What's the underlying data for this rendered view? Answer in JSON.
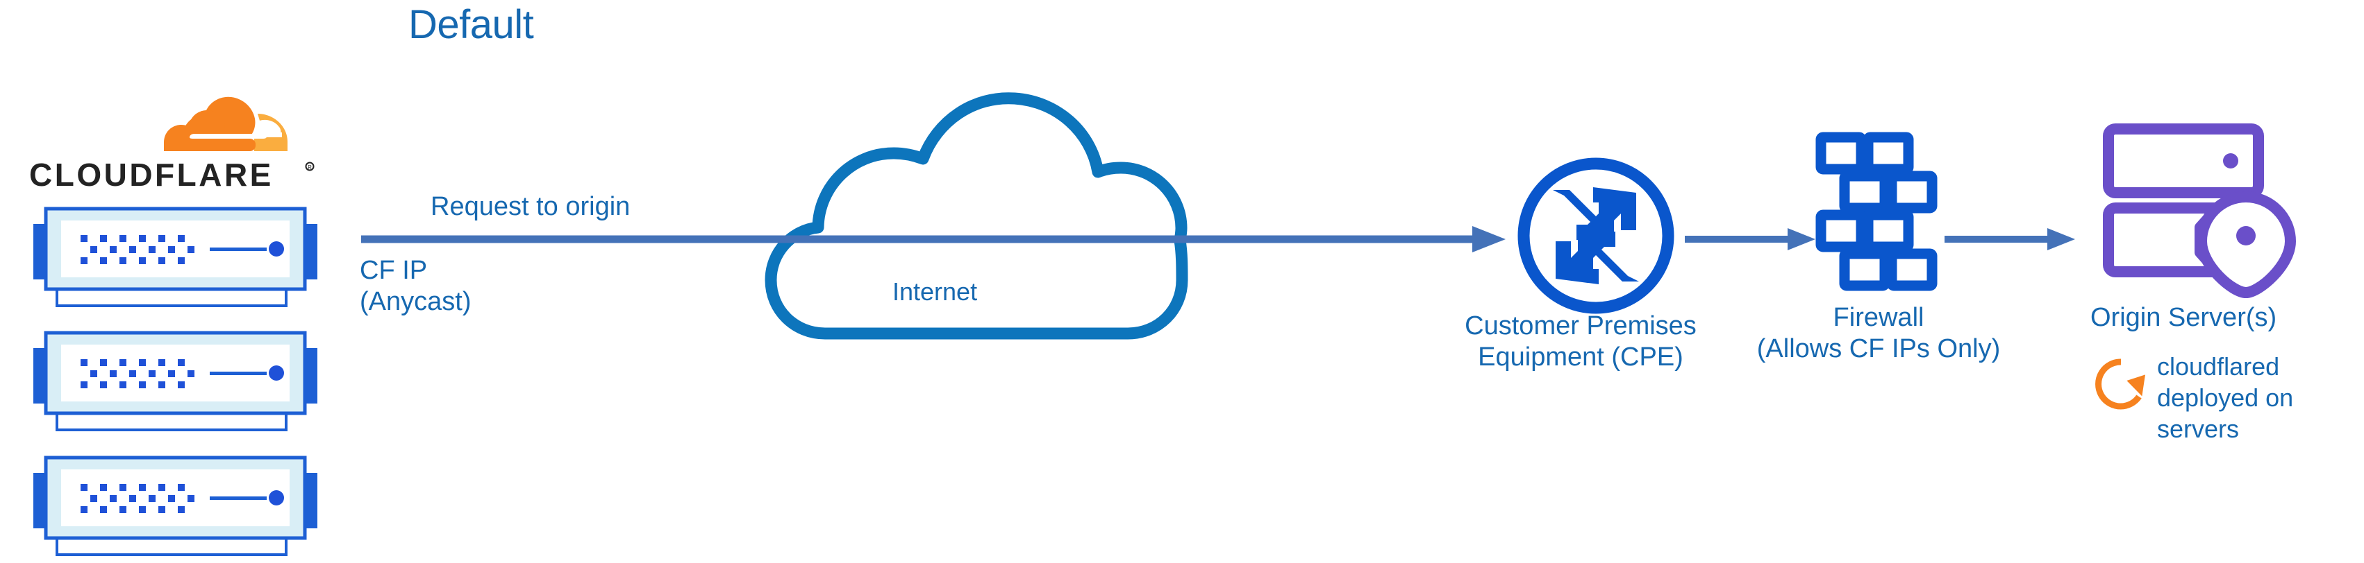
{
  "title": "Default",
  "colors": {
    "title_blue": "#1668b0",
    "label_blue": "#1668b0",
    "cloudflare_orange": "#f6821f",
    "cloudflare_orange_light": "#faad3f",
    "cloudflare_wordmark": "#232323",
    "device_blue": "#1d5fd4",
    "device_fill_light": "#d9eef6",
    "icon_blue": "#0a56cc",
    "cloud_outline_blue": "#0d75bc",
    "origin_purple": "#6a4fc9",
    "arrow_blue": "#4472b8"
  },
  "nodes": {
    "cloudflare_logo": {
      "wordmark": "CLOUDFLARE",
      "registered_mark": "®",
      "icon": "cloudflare-cloud-logo"
    },
    "edge_servers": [
      {
        "id": "cf-edge-server-1",
        "icon": "server-appliance-icon"
      },
      {
        "id": "cf-edge-server-2",
        "icon": "server-appliance-icon"
      },
      {
        "id": "cf-edge-server-3",
        "icon": "server-appliance-icon"
      }
    ],
    "internet": {
      "label": "Internet",
      "icon": "cloud-outline-icon"
    },
    "cpe": {
      "label_line1": "Customer Premises",
      "label_line2": "Equipment (CPE)",
      "icon": "router-four-arrows-circle-icon"
    },
    "firewall": {
      "label_line1": "Firewall",
      "label_line2": "(Allows CF IPs Only)",
      "icon": "brick-wall-icon"
    },
    "origin": {
      "label": "Origin Server(s)",
      "icon": "server-rack-location-pin-icon"
    },
    "cloudflared": {
      "label_line1": "cloudflared",
      "label_line2": "deployed on",
      "label_line3": "servers",
      "icon": "sync-refresh-circle-icon"
    }
  },
  "edges": {
    "request_to_origin": {
      "label": "Request to origin",
      "sub_label_line1": "CF IP",
      "sub_label_line2": "(Anycast)"
    }
  }
}
